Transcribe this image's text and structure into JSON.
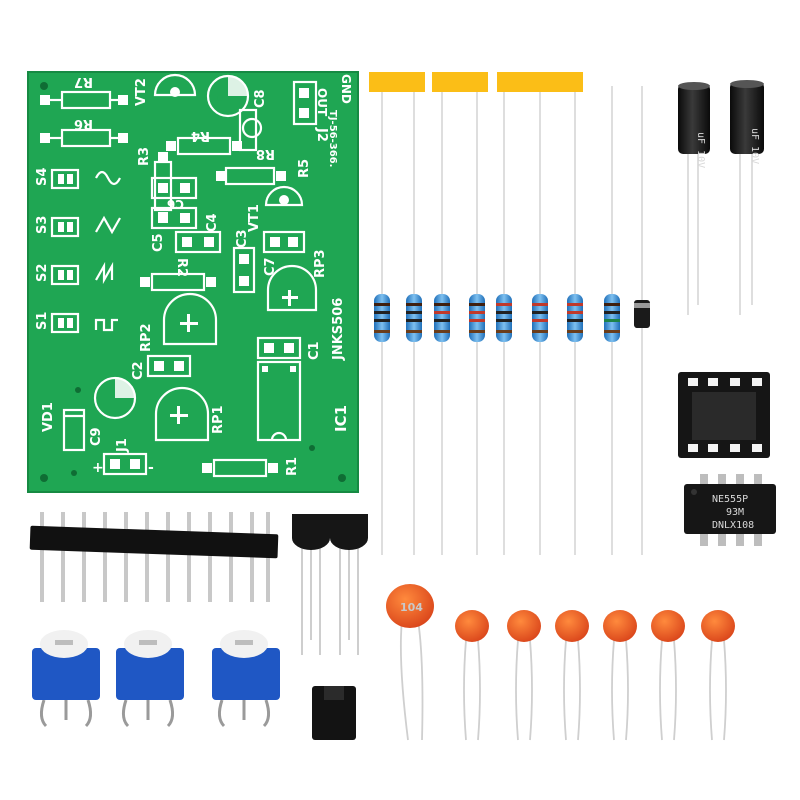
{
  "pcb": {
    "colors": {
      "board": "#1fa653",
      "silkscreen": "#ffffff",
      "pad": "#ffffff"
    },
    "labels": {
      "r7": "R7",
      "r6": "R6",
      "vt2": "VT2",
      "c8": "C8",
      "out": "OUT",
      "gnd": "GND",
      "j2": "J2",
      "batch": "TJ-56-366.",
      "r4": "R4",
      "r8": "R8",
      "r3": "R3",
      "c6": "C6",
      "r5": "R5",
      "c4": "C4",
      "vt1": "VT1",
      "c5": "C5",
      "c3": "C3",
      "r2": "R2",
      "c7": "C7",
      "rp3": "RP3",
      "s4": "S4",
      "s3": "S3",
      "s2": "S2",
      "s1": "S1",
      "model": "JNKS506",
      "rp2": "RP2",
      "c2": "C2",
      "c1": "C1",
      "ic1": "IC1",
      "vd1": "VD1",
      "c9": "C9",
      "rp1": "RP1",
      "j1": "J1",
      "r1": "R1",
      "plus": "+",
      "minus": "-"
    }
  },
  "components": {
    "ic_chip": {
      "line1": "NE555P",
      "line2": "93M",
      "line3": "DNLX108"
    },
    "ceramic_cap_104": {
      "marking": "104"
    },
    "electrolytic_marking": "uF 10V"
  }
}
